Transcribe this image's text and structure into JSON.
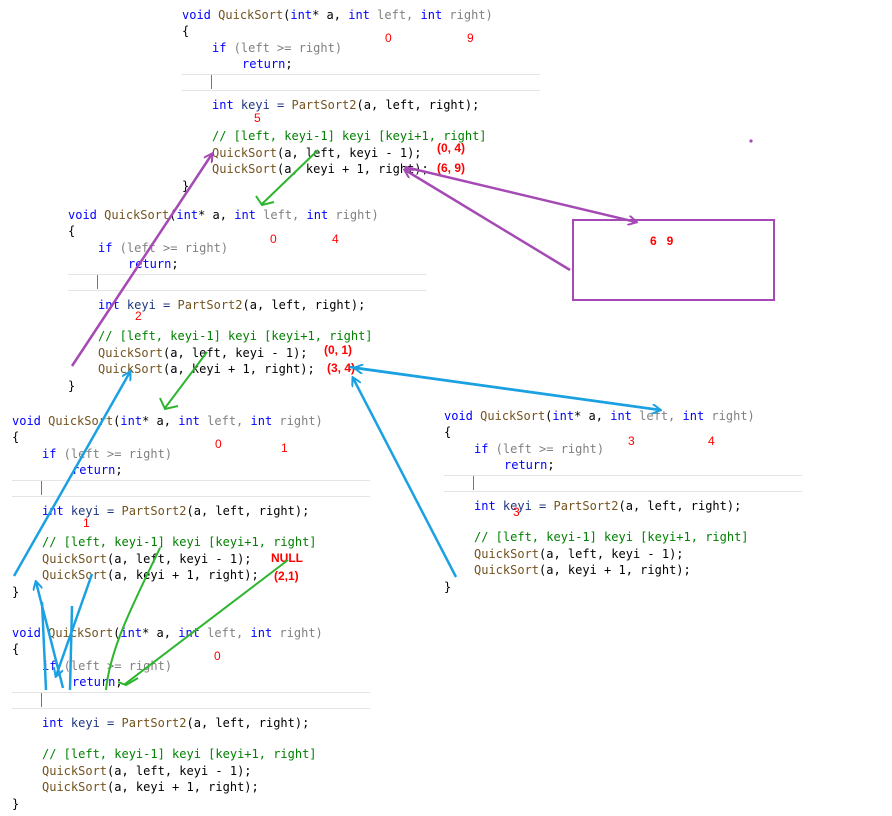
{
  "code": {
    "kw_void": "void",
    "fn_name": "QuickSort",
    "sig_open": "(",
    "kw_int": "int",
    "ptr_a": "* a,",
    "kw_int_left": "int",
    "p_left": " left,",
    "kw_int_right": "int",
    "p_right": " right)",
    "brace_open": "{",
    "brace_close": "}",
    "if_kw": "if",
    "if_cond": " (left >= right)",
    "return_kw": "return",
    "semicolon": ";",
    "keyi_int": "int",
    "keyi_decl": " keyi = ",
    "partsort": "PartSort2",
    "partsort_args": "(a, left, right);",
    "comment": "// [left, keyi-1] keyi [keyi+1, right]",
    "call_left_rest": "(a, left, keyi - 1);",
    "call_right_rest": "(a, keyi + 1, right);"
  },
  "annotations": {
    "b1_left": "0",
    "b1_right": "9",
    "b1_keyi": "5",
    "b1_range_left": "(0, 4)",
    "b1_range_right": "(6, 9)",
    "b2_left": "0",
    "b2_right": "4",
    "b2_keyi": "2",
    "b2_range_left": "(0, 1)",
    "b2_range_right": "(3, 4)",
    "b3_left": "0",
    "b3_right": "1",
    "b3_keyi": "1",
    "b3_null": "NULL",
    "b3_range_right": "(2,1)",
    "b4_left": "3",
    "b4_right": "4",
    "b4_keyi": "3",
    "b5_left": "0",
    "box_range": "6   9"
  },
  "colors": {
    "purple": "#a54ab4",
    "blue": "#1ba1e2",
    "green": "#2db52d",
    "red": "#ff0000"
  }
}
